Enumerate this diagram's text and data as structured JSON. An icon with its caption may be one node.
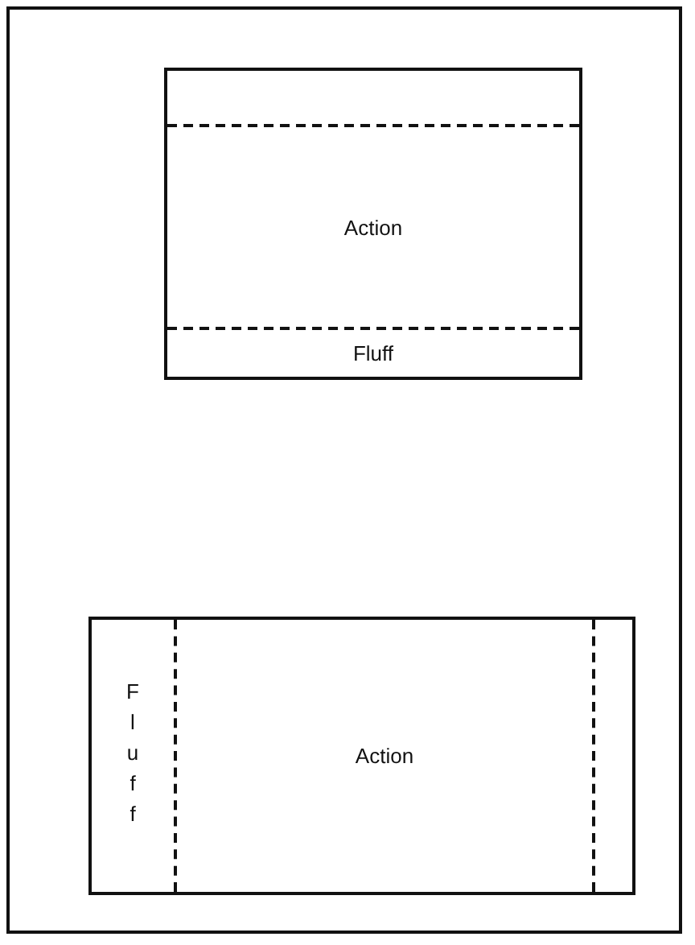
{
  "diagram": {
    "nodes": [
      {
        "text": [],
        "shape": "box"
      },
      {
        "text": [
          "Action"
        ],
        "in": 0
      },
      {
        "text": [
          "Fluff"
        ],
        "in": 0
      },
      {
        "text": [],
        "shape": "box"
      },
      {
        "text": [
          "Fluff"
        ],
        "in": 3
      },
      {
        "text": [
          "Action"
        ],
        "in": 3
      }
    ]
  }
}
